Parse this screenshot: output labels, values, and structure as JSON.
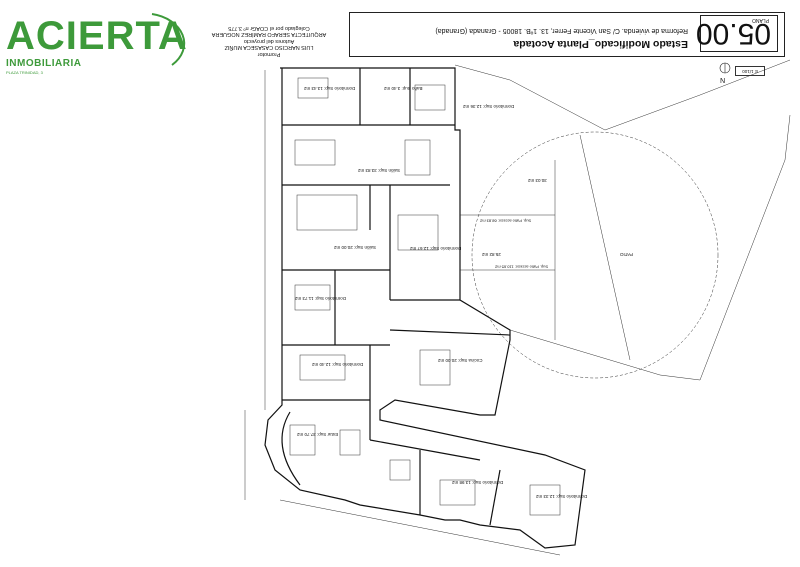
{
  "logo": {
    "name": "ACIERTA",
    "subtitle": "INMOBILIARIA",
    "tagline": "PLAZA TRINIDAD, 3"
  },
  "promoter": {
    "label": "Promotor",
    "name": "LUIS NARCISO CASASECA MUÑIZ",
    "authors_label": "Autores del proyecto",
    "architect": "ARQUITECTA SERAFO RAMÍREZ NOGUERA",
    "college": "Colegiado por el COAGr nº 3.775"
  },
  "title": {
    "plan_number": "05.00",
    "plan_label": "PLANO",
    "main": "Estado Modificado_Planta Acotada",
    "project": "Reforma de vivienda. C/ San Vicente Ferrer, 13. 1ºB. 18005 - Granada (Granada)",
    "address": "",
    "scale": "E 1/100",
    "north": "N"
  },
  "rooms": [
    "Dormitorio Sup: 13.43 m2",
    "Baño Sup: 3.40 m2",
    "Dormitorio Sup: 12.36 m2",
    "Salón Sup: 33.83 m2",
    "Salón Sup: 20.00 m2",
    "Dormitorio Sup: 12.67 m2",
    "Dormitorio Sup: 11.73 m2",
    "Dormitorio Sup: 12.40 m2",
    "Cocina Sup: 20.00 m2",
    "Estar Sup: 37.70 m2",
    "Dormitorio Sup: 13.98 m2",
    "Dormitorio Sup: 12.33 m2"
  ],
  "patio": [
    "25.82 m2",
    "30.03 m2",
    "PATIO",
    "Sup. Patio acceso: 68.83 m2",
    "Sup. Patio acceso: 110.65 m2"
  ]
}
